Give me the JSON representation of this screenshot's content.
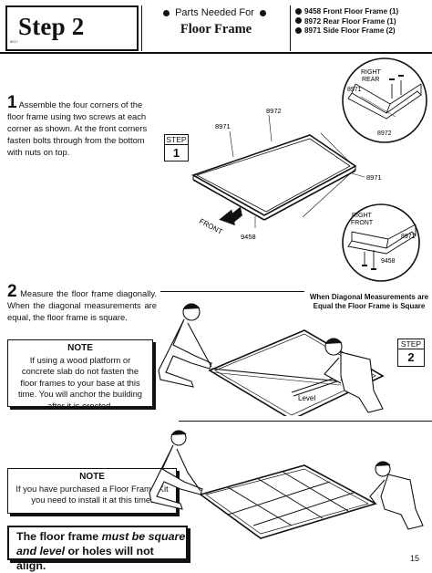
{
  "header": {
    "step_title": "Step 2",
    "small_code": "8817",
    "parts_heading": "Parts Needed For",
    "parts_subheading": "Floor Frame",
    "parts_list": [
      "9458 Front Floor Frame (1)",
      "8972 Rear Floor Frame (1)",
      "8971 Side Floor Frame (2)"
    ]
  },
  "section1": {
    "number": "1",
    "text": "Assemble the four corners of the floor frame using two screws at each corner as shown. At the front corners fasten bolts through from the bottom with nuts on top.",
    "step_badge": {
      "label": "STEP",
      "value": "1"
    },
    "diagram_labels": {
      "rear_frame": "8972",
      "side_frame_left": "8971",
      "side_frame_right": "8971",
      "front_frame": "9458",
      "front_arrow": "FRONT",
      "detail_top_title_1": "RIGHT",
      "detail_top_title_2": "REAR",
      "detail_top_side": "8971",
      "detail_top_rear": "8972",
      "detail_bottom_title_1": "RIGHT",
      "detail_bottom_title_2": "FRONT",
      "detail_bottom_side": "8971",
      "detail_bottom_front": "9458"
    }
  },
  "section2": {
    "number": "2",
    "text": "Measure the floor frame diagonally. When the diagonal measurements are equal, the floor frame is square.",
    "diagonal_caption": "When Diagonal Measurements are Equal the Floor Frame is Square",
    "step_badge": {
      "label": "STEP",
      "value": "2"
    },
    "level_label": "Level",
    "note1": {
      "title": "NOTE",
      "text": "If using a wood platform or concrete slab do not fasten the floor frames to your base at this time. You will anchor the building after it is erected."
    },
    "note2": {
      "title": "NOTE",
      "text": "If you have purchased a Floor Frame Kit you need to install it at this time."
    }
  },
  "warning": {
    "part1": "The floor frame ",
    "emph": "must be square and level",
    "part2": " or holes will not align."
  },
  "footer": {
    "page_number": "15"
  }
}
